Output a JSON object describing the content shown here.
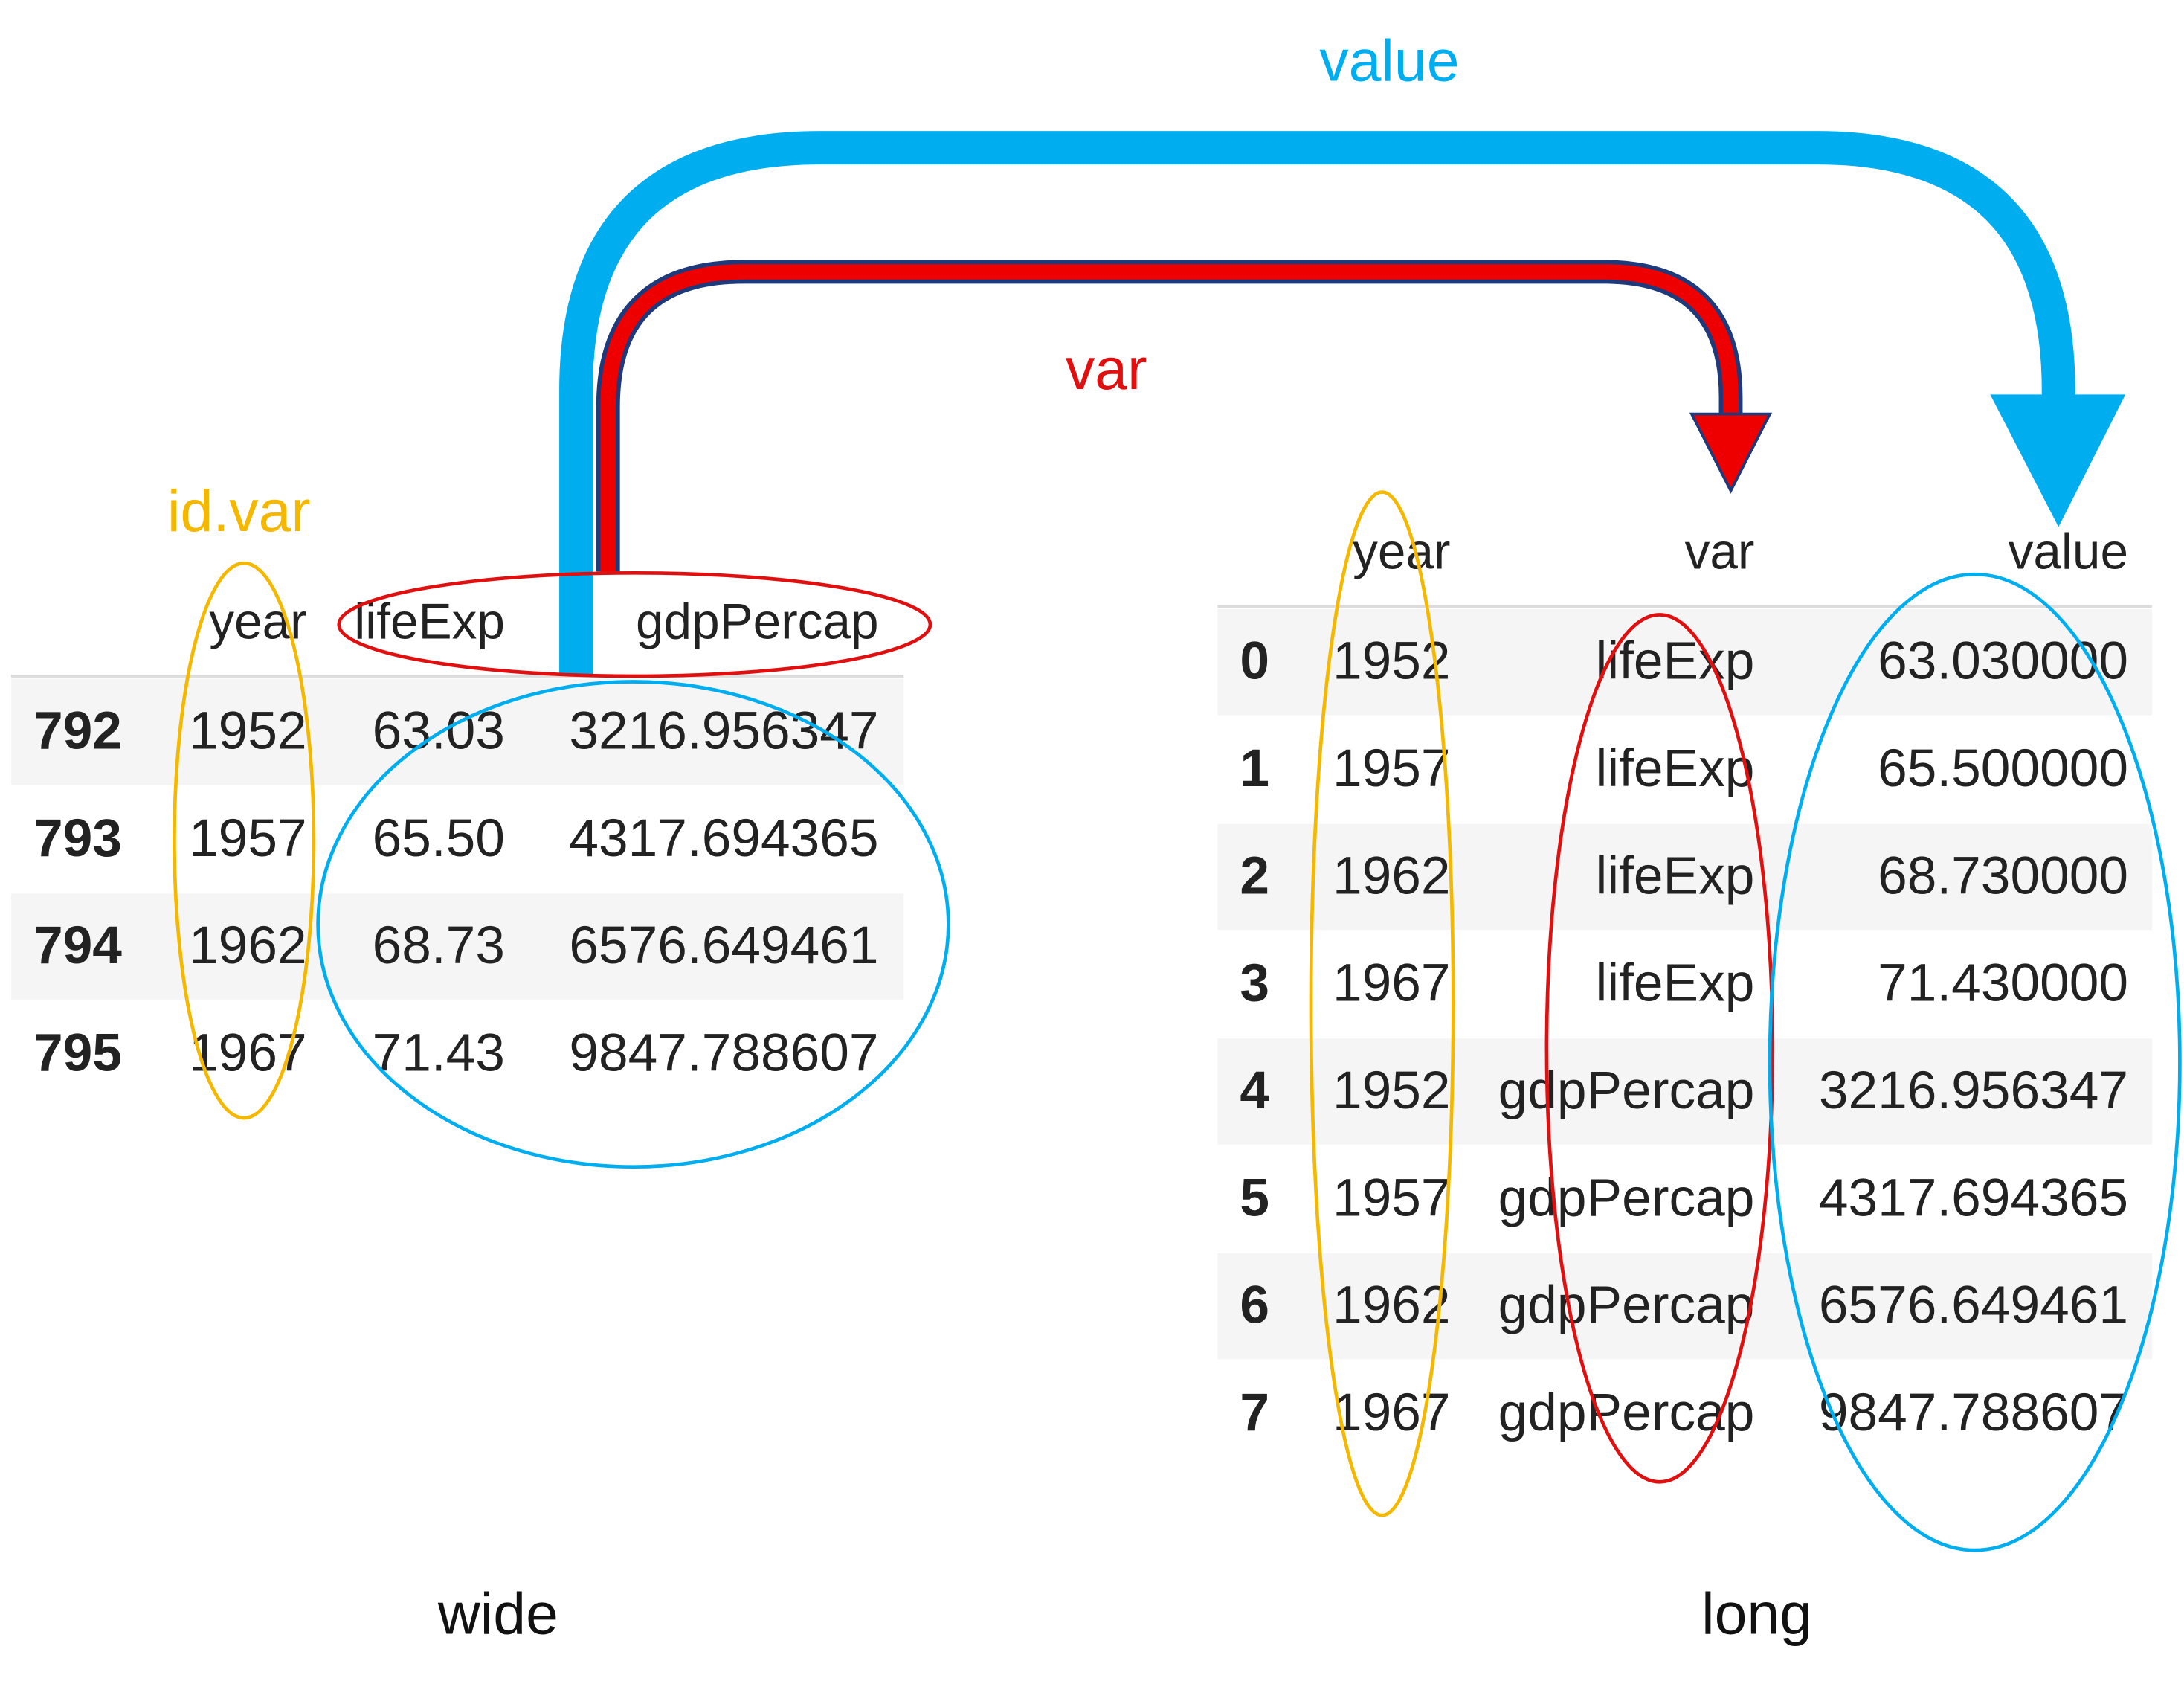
{
  "colors": {
    "id_var": "#f5b800",
    "var": "#e01010",
    "value": "#00aeef",
    "row_shade": "#f5f5f5",
    "text": "#222222"
  },
  "labels": {
    "id_var": "id.var",
    "var": "var",
    "value": "value",
    "wide": "wide",
    "long": "long"
  },
  "wide_table": {
    "columns": [
      "",
      "year",
      "lifeExp",
      "gdpPercap"
    ],
    "rows": [
      {
        "index": "792",
        "year": "1952",
        "lifeExp": "63.03",
        "gdpPercap": "3216.956347"
      },
      {
        "index": "793",
        "year": "1957",
        "lifeExp": "65.50",
        "gdpPercap": "4317.694365"
      },
      {
        "index": "794",
        "year": "1962",
        "lifeExp": "68.73",
        "gdpPercap": "6576.649461"
      },
      {
        "index": "795",
        "year": "1967",
        "lifeExp": "71.43",
        "gdpPercap": "9847.788607"
      }
    ]
  },
  "long_table": {
    "columns": [
      "",
      "year",
      "var",
      "value"
    ],
    "rows": [
      {
        "index": "0",
        "year": "1952",
        "var": "lifeExp",
        "value": "63.030000"
      },
      {
        "index": "1",
        "year": "1957",
        "var": "lifeExp",
        "value": "65.500000"
      },
      {
        "index": "2",
        "year": "1962",
        "var": "lifeExp",
        "value": "68.730000"
      },
      {
        "index": "3",
        "year": "1967",
        "var": "lifeExp",
        "value": "71.430000"
      },
      {
        "index": "4",
        "year": "1952",
        "var": "gdpPercap",
        "value": "3216.956347"
      },
      {
        "index": "5",
        "year": "1957",
        "var": "gdpPercap",
        "value": "4317.694365"
      },
      {
        "index": "6",
        "year": "1962",
        "var": "gdpPercap",
        "value": "6576.649461"
      },
      {
        "index": "7",
        "year": "1967",
        "var": "gdpPercap",
        "value": "9847.788607"
      }
    ]
  }
}
